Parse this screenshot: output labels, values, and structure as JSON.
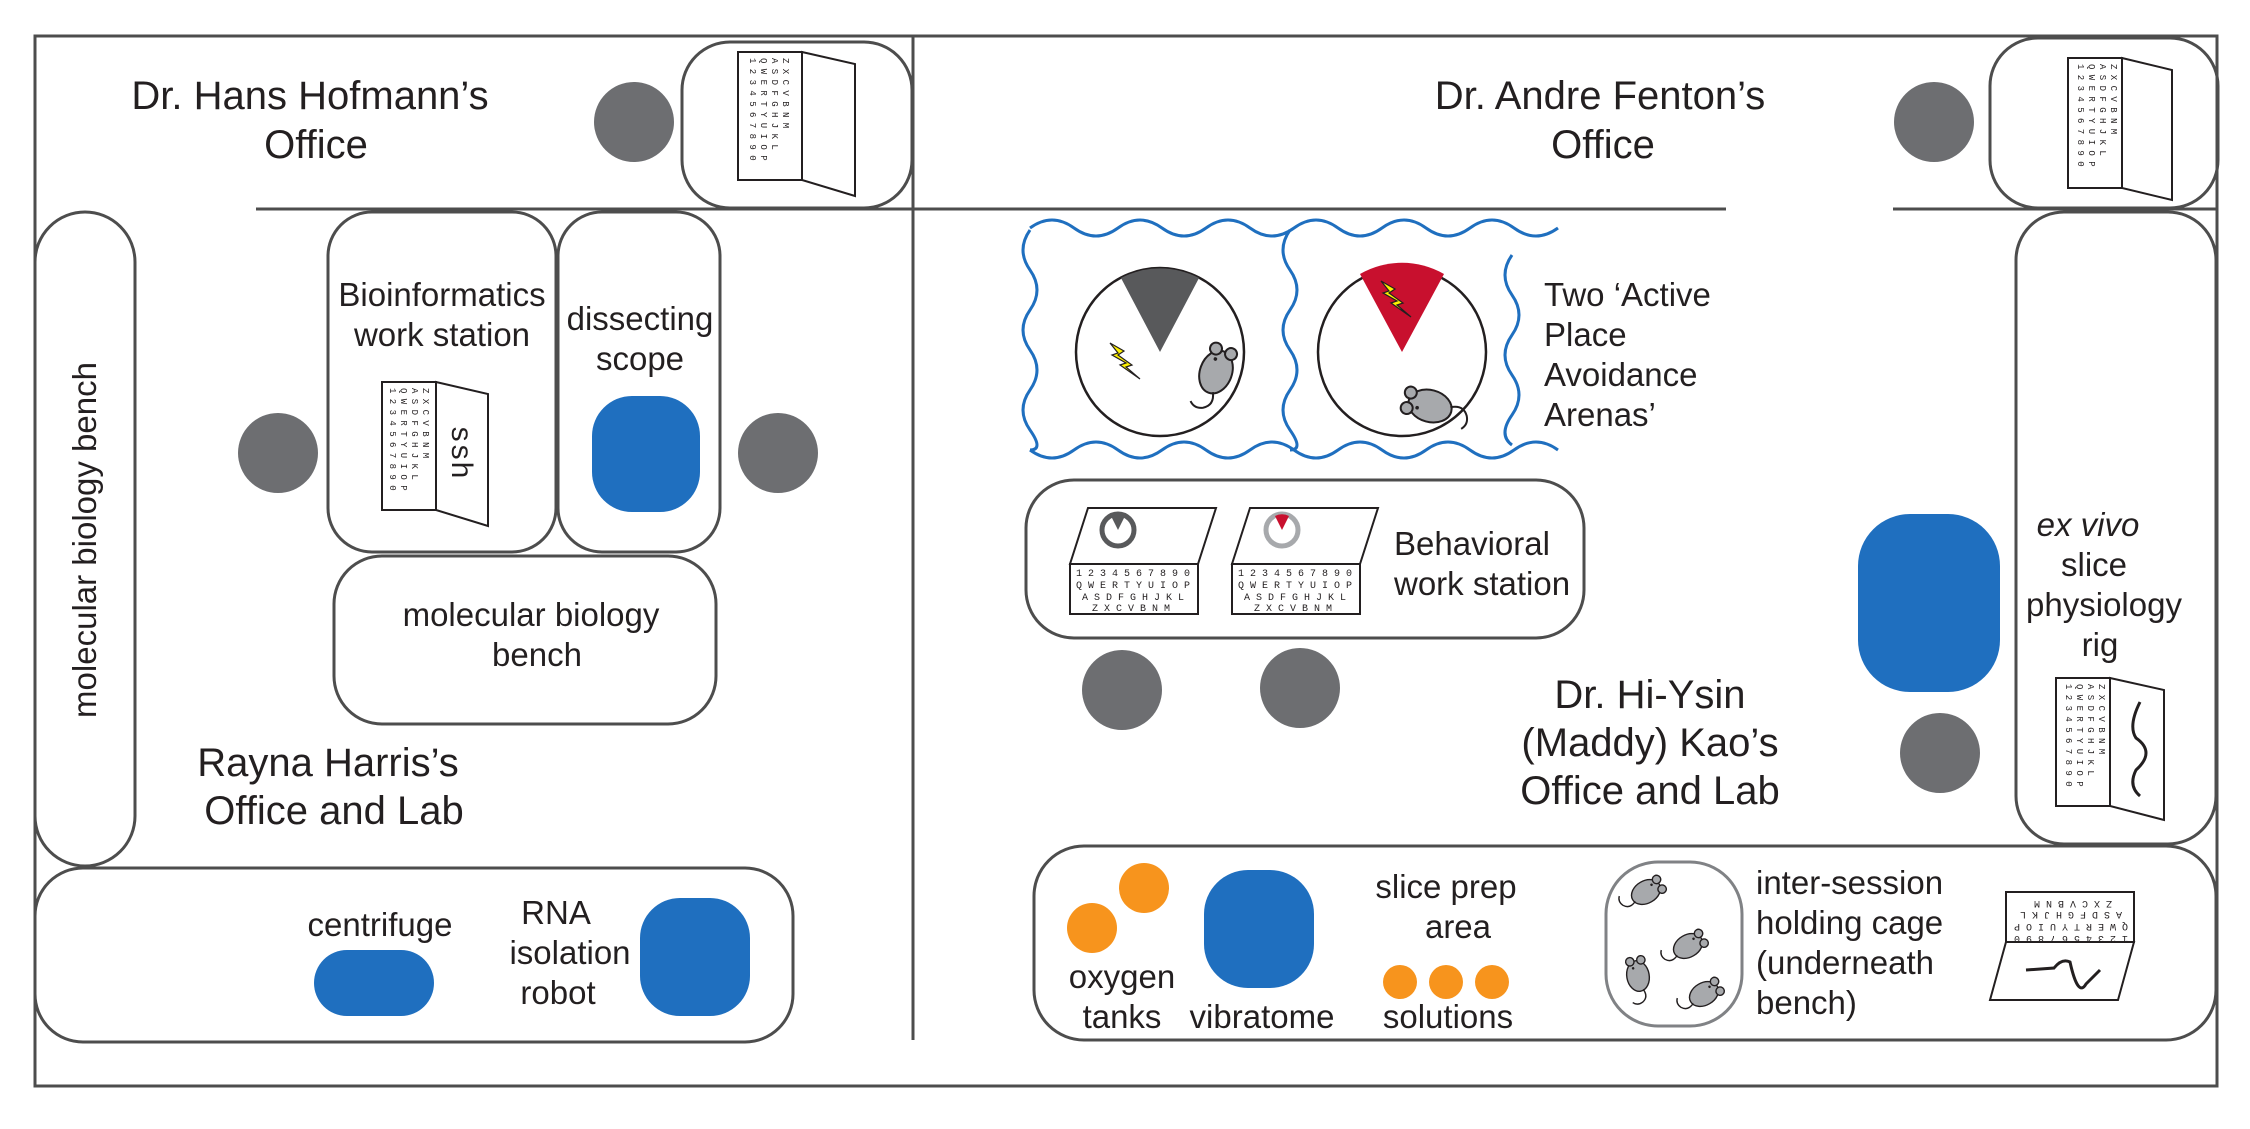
{
  "rooms": {
    "hofmann_office": {
      "line1": "Dr. Hans Hofmann’s",
      "line2": "Office"
    },
    "fenton_office": {
      "line1": "Dr. Andre Fenton’s",
      "line2": "Office"
    },
    "harris_lab": {
      "line1": "Rayna Harris’s",
      "line2": "Office and Lab"
    },
    "kao_lab": {
      "line1": "Dr. Hi-Ysin",
      "line2": "(Maddy) Kao’s",
      "line3": "Office and Lab"
    }
  },
  "stations": {
    "mol_bio_bench_vertical": "molecular biology bench",
    "bioinformatics": {
      "line1": "Bioinformatics",
      "line2": "work station"
    },
    "ssh": "ssh",
    "dissecting_scope": {
      "line1": "dissecting",
      "line2": "scope"
    },
    "mol_bio_bench": {
      "line1": "molecular biology",
      "line2": "bench"
    },
    "centrifuge": "centrifuge",
    "rna_robot": {
      "line1": "RNA",
      "line2": "isolation",
      "line3": "robot"
    },
    "arenas": {
      "line1": "Two ‘Active",
      "line2": "Place",
      "line3": "Avoidance",
      "line4": "Arenas’"
    },
    "behavioral": {
      "line1": "Behavioral",
      "line2": "work station"
    },
    "slice_rig": {
      "line1": "ex vivo",
      "line2": "slice",
      "line3": "physiology",
      "line4": "rig"
    },
    "oxygen": {
      "line1": "oxygen",
      "line2": "tanks"
    },
    "vibratome": "vibratome",
    "slice_prep": {
      "line1": "slice prep",
      "line2": "area"
    },
    "solutions": "solutions",
    "holding_cage": {
      "line1": "inter-session",
      "line2": "holding cage",
      "line3": "(underneath",
      "line4": "bench)"
    }
  },
  "keyboard": {
    "row1": "1 2 3 4 5 6 7 8 9 0",
    "row2": "Q W E R T Y U I O P",
    "row3": "A S D F G H J K L",
    "row4": "Z X C V B N M"
  },
  "colors": {
    "line": "#4d4d4d",
    "equipment_blue": "#1f6fbf",
    "chair_gray": "#6d6e71",
    "oxygen_orange": "#f7941d",
    "shock_zone_red": "#c8102e",
    "shock_zone_gray": "#58595b",
    "wavy_blue": "#1f6fbf",
    "lightning_yellow": "#fff200"
  },
  "icons": {
    "chair": "chair-icon",
    "computer": "computer-monitor-icon",
    "mouse": "mouse-icon",
    "lightning": "lightning-icon",
    "trace": "electrophysiology-trace-icon"
  }
}
